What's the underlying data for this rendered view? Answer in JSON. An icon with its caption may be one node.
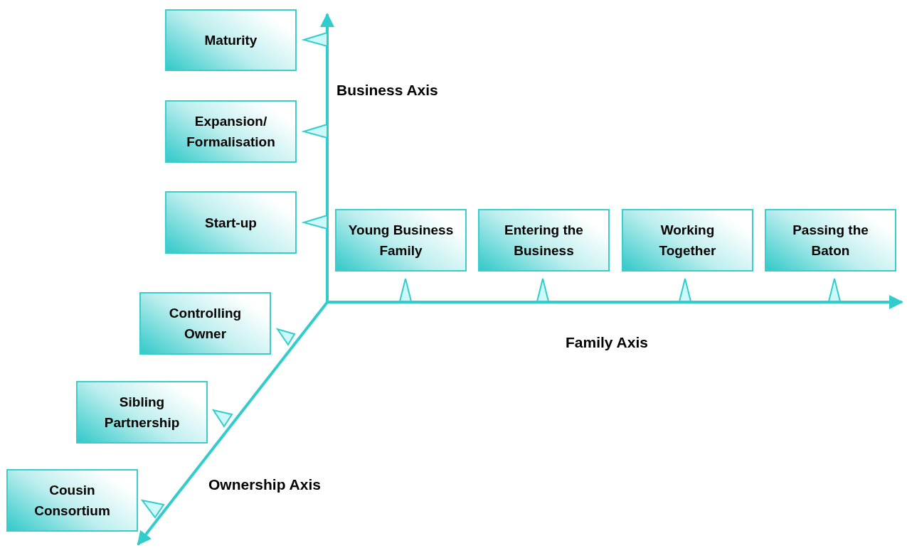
{
  "diagram": {
    "nodes": [
      {
        "text": [
          "Maturity"
        ]
      },
      {
        "text": [
          "Expansion/ Formalisation"
        ]
      },
      {
        "text": [
          "Start-up"
        ]
      },
      {
        "text": [
          "Young Business Family"
        ]
      },
      {
        "text": [
          "Entering the Business"
        ]
      },
      {
        "text": [
          "Working Together"
        ]
      },
      {
        "text": [
          "Passing the Baton"
        ]
      },
      {
        "text": [
          "Controlling Owner"
        ]
      },
      {
        "text": [
          "Sibling Partnership"
        ]
      },
      {
        "text": [
          "Cousin Consortium"
        ]
      }
    ],
    "labels": [
      "Business Axis",
      "Family Axis",
      "Ownership Axis"
    ]
  }
}
